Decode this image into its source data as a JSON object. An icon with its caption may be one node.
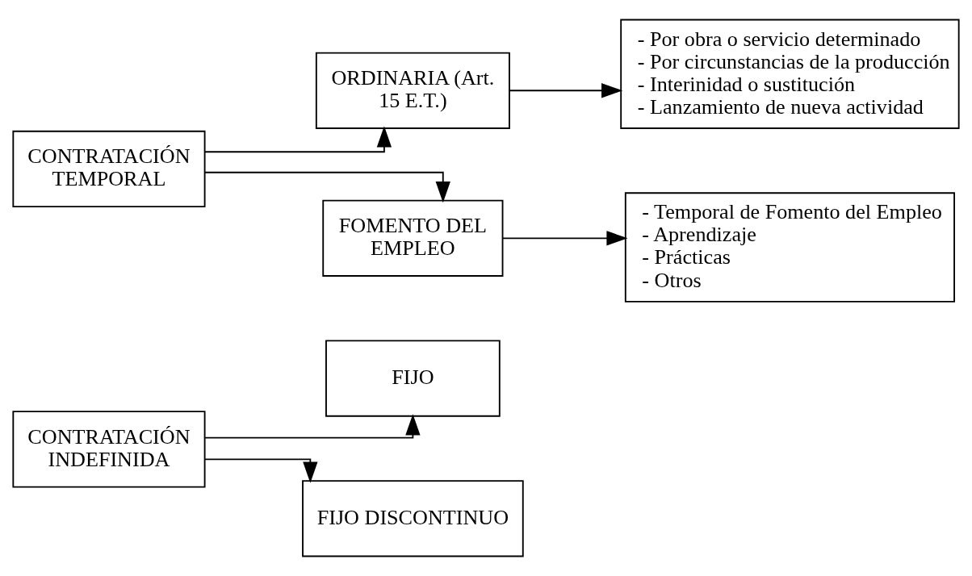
{
  "diagram": {
    "nodes": [
      {
        "text": [
          "CONTRATACIÓN INDEFINIDA"
        ]
      },
      {
        "text": [
          "FIJO"
        ]
      },
      {
        "text": [
          "FIJO DISCONTINUO"
        ]
      },
      {
        "text": [
          "CONTRATACIÓN TEMPORAL"
        ]
      },
      {
        "text": [
          "ORDINARIA (Art. 15 E.T.)"
        ]
      },
      {
        "text": [
          "- Por obra o servicio determinado",
          "- Por circunstancias de la producción",
          "- Interinidad o sustitución",
          "- Lanzamiento de nueva actividad"
        ]
      },
      {
        "text": [
          "FOMENTO DEL EMPLEO"
        ]
      },
      {
        "text": [
          "- Temporal de Fomento del Empleo",
          "- Aprendizaje",
          "- Prácticas",
          "- Otros"
        ]
      }
    ],
    "edges": [
      {
        "from": 0,
        "to": 1,
        "arrow": "to"
      },
      {
        "from": 0,
        "to": 2,
        "arrow": "to"
      },
      {
        "from": 3,
        "to": 4,
        "arrow": "to"
      },
      {
        "from": 3,
        "to": 6,
        "arrow": "to"
      },
      {
        "from": 4,
        "to": 5,
        "arrow": "to"
      },
      {
        "from": 6,
        "to": 7,
        "arrow": "to"
      }
    ]
  }
}
